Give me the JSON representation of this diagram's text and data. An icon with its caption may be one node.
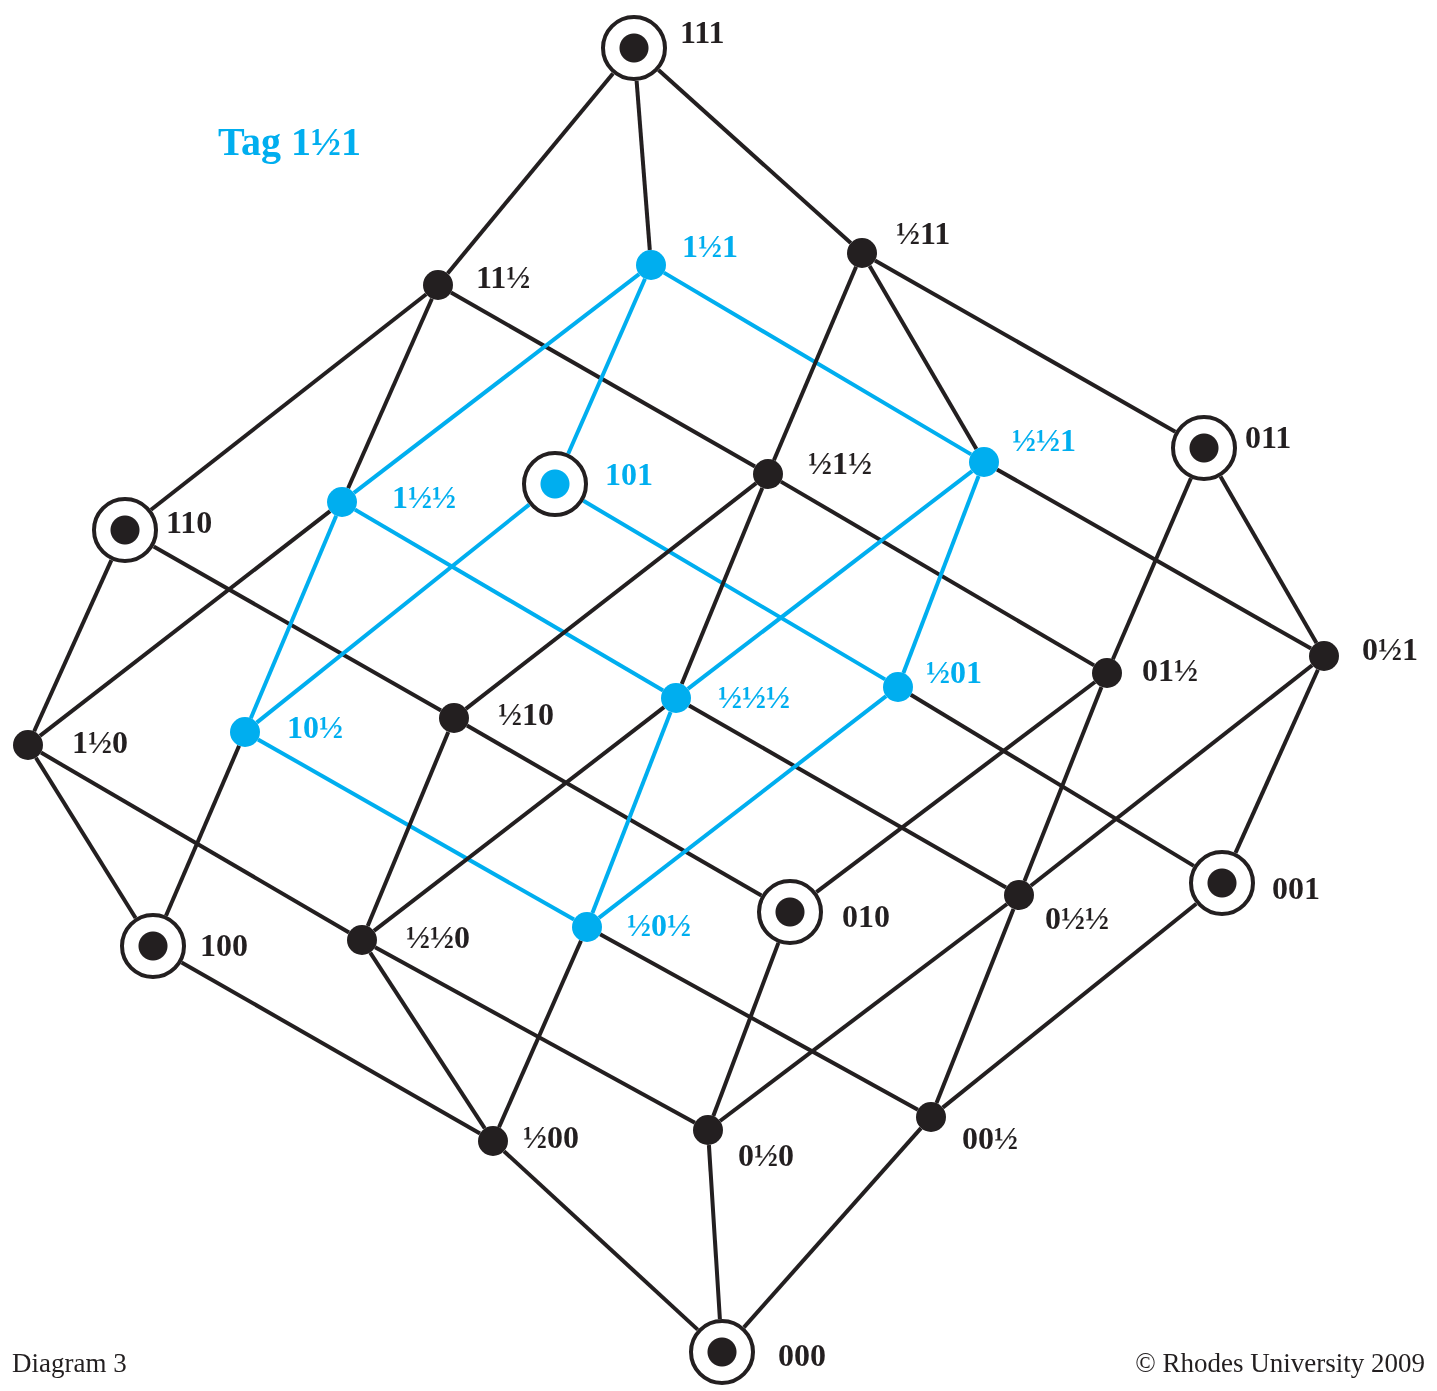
{
  "diagram": {
    "title": "Tag 1½1",
    "nodes": [
      {
        "text": [
          "111"
        ]
      },
      {
        "text": [
          "11½"
        ]
      },
      {
        "text": [
          "1½1"
        ]
      },
      {
        "text": [
          "½11"
        ]
      },
      {
        "text": [
          "110"
        ]
      },
      {
        "text": [
          "1½½"
        ]
      },
      {
        "text": [
          "101"
        ]
      },
      {
        "text": [
          "½1½"
        ]
      },
      {
        "text": [
          "½½1"
        ]
      },
      {
        "text": [
          "011"
        ]
      },
      {
        "text": [
          "1½0"
        ]
      },
      {
        "text": [
          "10½"
        ]
      },
      {
        "text": [
          "½10"
        ]
      },
      {
        "text": [
          "½½½"
        ]
      },
      {
        "text": [
          "½01"
        ]
      },
      {
        "text": [
          "01½"
        ]
      },
      {
        "text": [
          "0½1"
        ]
      },
      {
        "text": [
          "100"
        ]
      },
      {
        "text": [
          "½½0"
        ]
      },
      {
        "text": [
          "½0½"
        ]
      },
      {
        "text": [
          "010"
        ]
      },
      {
        "text": [
          "0½½"
        ]
      },
      {
        "text": [
          "001"
        ]
      },
      {
        "text": [
          "½00"
        ]
      },
      {
        "text": [
          "0½0"
        ]
      },
      {
        "text": [
          "00½"
        ]
      },
      {
        "text": [
          "000"
        ]
      }
    ],
    "edges": [
      {
        "from": 0,
        "to": 1,
        "arrow": "none"
      },
      {
        "from": 0,
        "to": 2,
        "arrow": "none"
      },
      {
        "from": 0,
        "to": 3,
        "arrow": "none"
      },
      {
        "from": 1,
        "to": 4,
        "arrow": "none"
      },
      {
        "from": 1,
        "to": 5,
        "arrow": "none"
      },
      {
        "from": 1,
        "to": 7,
        "arrow": "none"
      },
      {
        "from": 2,
        "to": 5,
        "arrow": "none",
        "color": "#00aeef"
      },
      {
        "from": 2,
        "to": 6,
        "arrow": "none",
        "color": "#00aeef"
      },
      {
        "from": 2,
        "to": 8,
        "arrow": "none",
        "color": "#00aeef"
      },
      {
        "from": 3,
        "to": 7,
        "arrow": "none"
      },
      {
        "from": 3,
        "to": 8,
        "arrow": "none"
      },
      {
        "from": 3,
        "to": 9,
        "arrow": "none"
      },
      {
        "from": 4,
        "to": 10,
        "arrow": "none"
      },
      {
        "from": 4,
        "to": 12,
        "arrow": "none"
      },
      {
        "from": 5,
        "to": 10,
        "arrow": "none"
      },
      {
        "from": 5,
        "to": 11,
        "arrow": "none",
        "color": "#00aeef"
      },
      {
        "from": 5,
        "to": 13,
        "arrow": "none",
        "color": "#00aeef"
      },
      {
        "from": 6,
        "to": 11,
        "arrow": "none",
        "color": "#00aeef"
      },
      {
        "from": 6,
        "to": 14,
        "arrow": "none",
        "color": "#00aeef"
      },
      {
        "from": 7,
        "to": 12,
        "arrow": "none"
      },
      {
        "from": 7,
        "to": 13,
        "arrow": "none"
      },
      {
        "from": 7,
        "to": 15,
        "arrow": "none"
      },
      {
        "from": 8,
        "to": 13,
        "arrow": "none",
        "color": "#00aeef"
      },
      {
        "from": 8,
        "to": 14,
        "arrow": "none",
        "color": "#00aeef"
      },
      {
        "from": 8,
        "to": 16,
        "arrow": "none"
      },
      {
        "from": 9,
        "to": 15,
        "arrow": "none"
      },
      {
        "from": 9,
        "to": 16,
        "arrow": "none"
      },
      {
        "from": 10,
        "to": 17,
        "arrow": "none"
      },
      {
        "from": 10,
        "to": 18,
        "arrow": "none"
      },
      {
        "from": 11,
        "to": 17,
        "arrow": "none"
      },
      {
        "from": 11,
        "to": 19,
        "arrow": "none",
        "color": "#00aeef"
      },
      {
        "from": 12,
        "to": 18,
        "arrow": "none"
      },
      {
        "from": 12,
        "to": 20,
        "arrow": "none"
      },
      {
        "from": 13,
        "to": 18,
        "arrow": "none"
      },
      {
        "from": 13,
        "to": 19,
        "arrow": "none",
        "color": "#00aeef"
      },
      {
        "from": 13,
        "to": 21,
        "arrow": "none"
      },
      {
        "from": 14,
        "to": 19,
        "arrow": "none",
        "color": "#00aeef"
      },
      {
        "from": 14,
        "to": 22,
        "arrow": "none"
      },
      {
        "from": 15,
        "to": 20,
        "arrow": "none"
      },
      {
        "from": 15,
        "to": 21,
        "arrow": "none"
      },
      {
        "from": 16,
        "to": 21,
        "arrow": "none"
      },
      {
        "from": 16,
        "to": 22,
        "arrow": "none"
      },
      {
        "from": 17,
        "to": 23,
        "arrow": "none"
      },
      {
        "from": 18,
        "to": 23,
        "arrow": "none"
      },
      {
        "from": 18,
        "to": 24,
        "arrow": "none"
      },
      {
        "from": 19,
        "to": 23,
        "arrow": "none"
      },
      {
        "from": 19,
        "to": 25,
        "arrow": "none"
      },
      {
        "from": 20,
        "to": 24,
        "arrow": "none"
      },
      {
        "from": 21,
        "to": 24,
        "arrow": "none"
      },
      {
        "from": 21,
        "to": 25,
        "arrow": "none"
      },
      {
        "from": 22,
        "to": 25,
        "arrow": "none"
      },
      {
        "from": 23,
        "to": 26,
        "arrow": "none"
      },
      {
        "from": 24,
        "to": 26,
        "arrow": "none"
      },
      {
        "from": 25,
        "to": 26,
        "arrow": "none"
      }
    ],
    "labels": [
      "Diagram 3",
      "© Rhodes University 2009"
    ]
  }
}
